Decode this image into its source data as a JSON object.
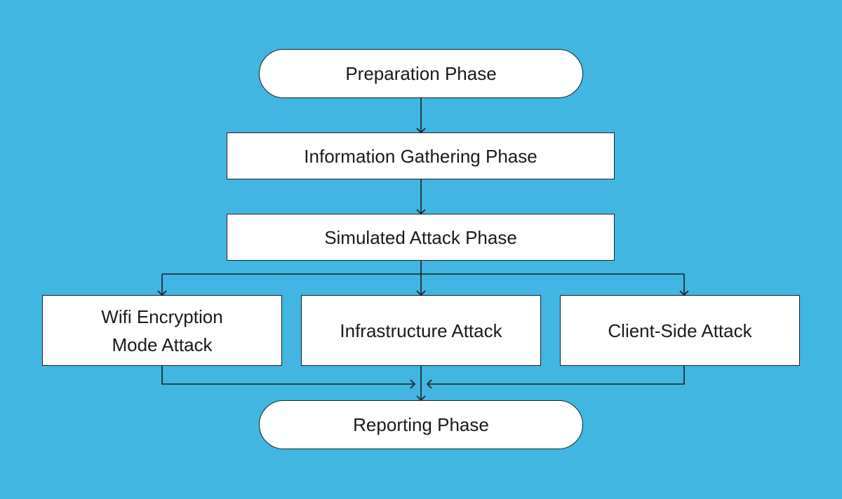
{
  "diagram": {
    "colors": {
      "background": "#41b6e3",
      "node_fill": "#ffffff",
      "line": "#1f1f1f"
    },
    "nodes": {
      "preparation": {
        "label": "Preparation Phase",
        "shape": "pill"
      },
      "information_gathering": {
        "label": "Information Gathering Phase",
        "shape": "rectangle"
      },
      "simulated_attack": {
        "label": "Simulated Attack Phase",
        "shape": "rectangle"
      },
      "wifi_encryption": {
        "label": "Wifi Encryption\nMode Attack",
        "shape": "rectangle"
      },
      "infrastructure": {
        "label": "Infrastructure Attack",
        "shape": "rectangle"
      },
      "client_side": {
        "label": "Client-Side Attack",
        "shape": "rectangle"
      },
      "reporting": {
        "label": "Reporting Phase",
        "shape": "pill"
      }
    },
    "edges": [
      {
        "from": "preparation",
        "to": "information_gathering"
      },
      {
        "from": "information_gathering",
        "to": "simulated_attack"
      },
      {
        "from": "simulated_attack",
        "to": "wifi_encryption"
      },
      {
        "from": "simulated_attack",
        "to": "infrastructure"
      },
      {
        "from": "simulated_attack",
        "to": "client_side"
      },
      {
        "from": "wifi_encryption",
        "to": "reporting"
      },
      {
        "from": "infrastructure",
        "to": "reporting"
      },
      {
        "from": "client_side",
        "to": "reporting"
      }
    ]
  }
}
